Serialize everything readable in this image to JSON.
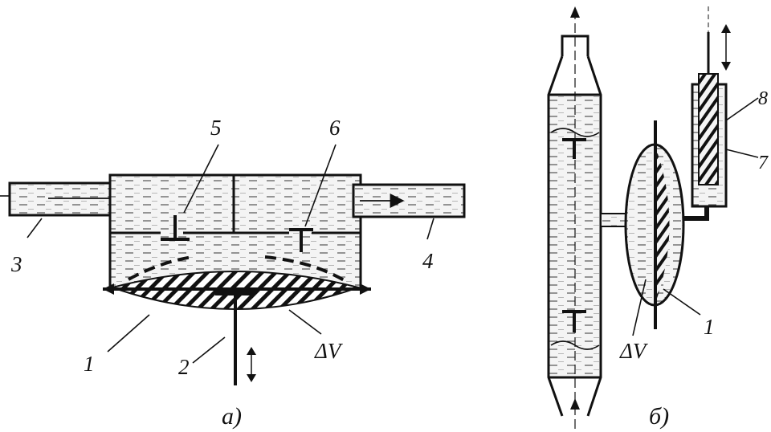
{
  "diagram": {
    "left": {
      "caption": "а)",
      "labels": {
        "n1": "1",
        "n2": "2",
        "n3": "3",
        "n4": "4",
        "n5": "5",
        "n6": "6",
        "dv": "ΔV"
      }
    },
    "right": {
      "caption": "б)",
      "labels": {
        "n1": "1",
        "n7": "7",
        "n8": "8",
        "dv": "ΔV"
      }
    }
  }
}
